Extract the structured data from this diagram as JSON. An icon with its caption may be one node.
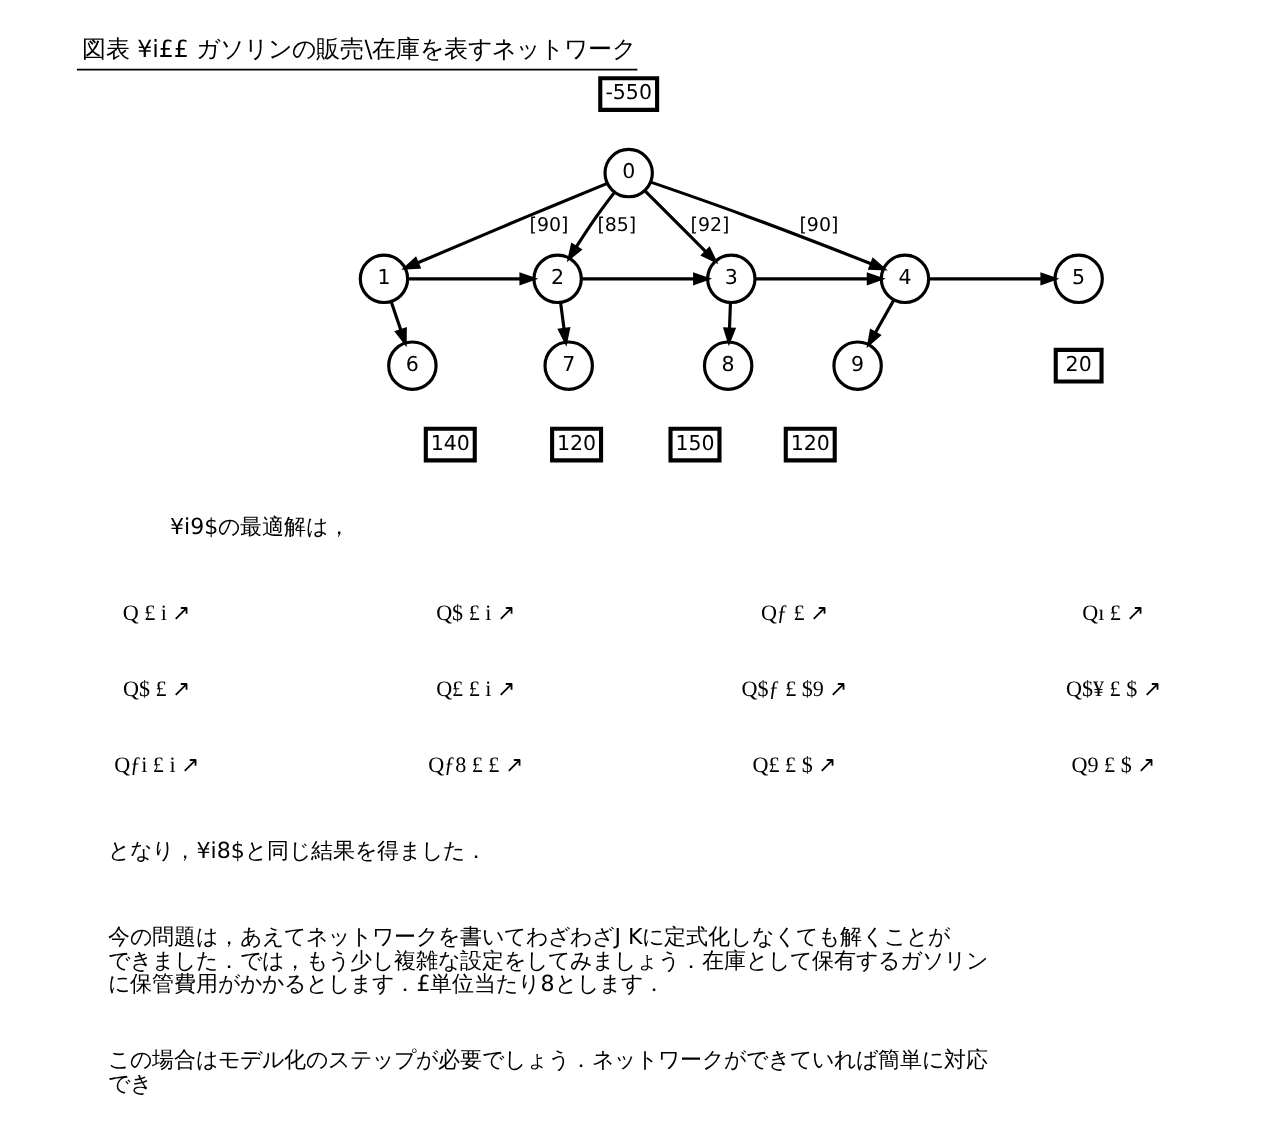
{
  "diagram": {
    "title": "図表 ¥i££ ガソリンの販売\\在庫を表すネットワーク",
    "nodes": [
      {
        "text": [
          "-550"
        ]
      },
      {
        "text": [
          "0"
        ]
      },
      {
        "text": [
          "1"
        ]
      },
      {
        "text": [
          "2"
        ]
      },
      {
        "text": [
          "3"
        ]
      },
      {
        "text": [
          "4"
        ]
      },
      {
        "text": [
          "5"
        ]
      },
      {
        "text": [
          "20"
        ]
      },
      {
        "text": [
          "6"
        ]
      },
      {
        "text": [
          "7"
        ]
      },
      {
        "text": [
          "8"
        ]
      },
      {
        "text": [
          "9"
        ]
      },
      {
        "text": [
          "140"
        ]
      },
      {
        "text": [
          "120"
        ]
      },
      {
        "text": [
          "150"
        ]
      },
      {
        "text": [
          "120"
        ]
      }
    ],
    "edges": [
      {
        "from": 1,
        "to": 2,
        "arrow": "to",
        "label": "[90]"
      },
      {
        "from": 1,
        "to": 3,
        "arrow": "to",
        "label": "[85]"
      },
      {
        "from": 1,
        "to": 4,
        "arrow": "to",
        "label": "[92]"
      },
      {
        "from": 1,
        "to": 5,
        "arrow": "to",
        "label": "[90]"
      },
      {
        "from": 2,
        "to": 3,
        "arrow": "to"
      },
      {
        "from": 3,
        "to": 4,
        "arrow": "to"
      },
      {
        "from": 4,
        "to": 5,
        "arrow": "to"
      },
      {
        "from": 5,
        "to": 6,
        "arrow": "to"
      },
      {
        "from": 2,
        "to": 8,
        "arrow": "to"
      },
      {
        "from": 3,
        "to": 9,
        "arrow": "to"
      },
      {
        "from": 4,
        "to": 10,
        "arrow": "to"
      },
      {
        "from": 5,
        "to": 11,
        "arrow": "to"
      }
    ],
    "labels": [
      "¥i9$の最適解は，",
      "Q £ i ↗",
      "Q$ £ i ↗",
      "Qƒ £ ↗",
      "Qı £ ↗",
      "Q$ £ ↗",
      "Q£ £ i ↗",
      "Q$ƒ £ $9 ↗",
      "Q$¥ £ $ ↗",
      "Qƒi £ i ↗",
      "Qƒ8 £ £ ↗",
      "Q£ £ $ ↗",
      "Q9 £ $ ↗",
      "となり，¥i8$と同じ結果を得ました．",
      "今の問題は，あえてネットワークを書いてわざわざJ Kに定式化しなくても解くことができました．では，もう少し複雑な設定をしてみましょう．在庫として保有するガソリンに保管費用がかかるとします．£単位当たり8とします．",
      "この場合はモデル化のステップが必要でしょう．ネットワークができていれば簡単に対応でき"
    ]
  }
}
